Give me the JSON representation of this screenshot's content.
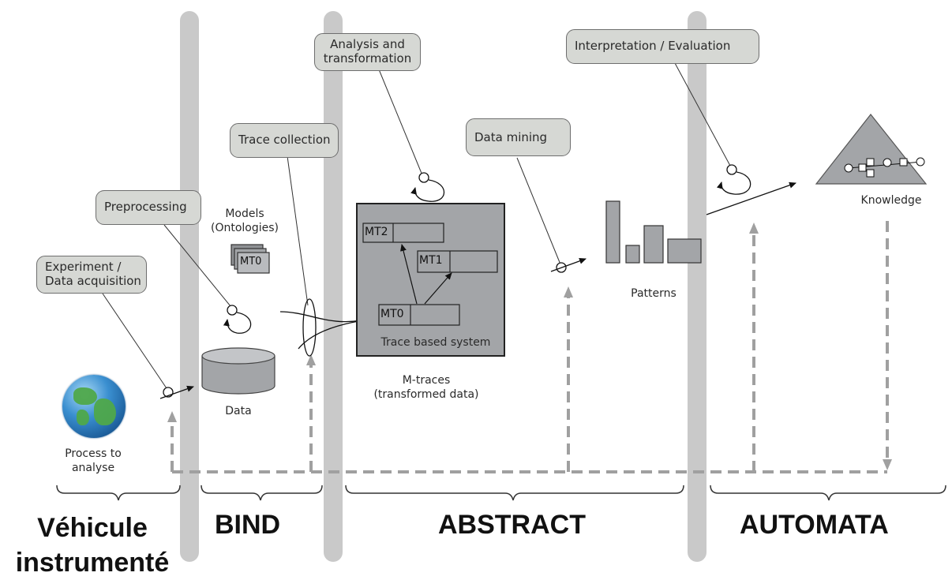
{
  "callouts": {
    "experiment": [
      "Experiment /",
      "Data acquisition"
    ],
    "preprocessing": "Preprocessing",
    "trace_collection": "Trace collection",
    "analysis": [
      "Analysis and",
      "transformation"
    ],
    "data_mining": "Data mining",
    "interpretation": "Interpretation / Evaluation"
  },
  "labels": {
    "models": [
      "Models",
      "(Ontologies)"
    ],
    "mt0_stack": "MT0",
    "data": "Data",
    "process": [
      "Process to",
      "analyse"
    ],
    "mt2": "MT2",
    "mt1": "MT1",
    "mt0": "MT0",
    "trace_system": "Trace based system",
    "mtraces": [
      "M-traces",
      "(transformed data)"
    ],
    "patterns": "Patterns",
    "knowledge": "Knowledge"
  },
  "phases": {
    "vehicule": [
      "Véhicule",
      "instrumenté"
    ],
    "bind": "BIND",
    "abstract": "ABSTRACT",
    "automata": "AUTOMATA"
  },
  "colors": {
    "band": "#c9c9c9",
    "callout_fill": "#d6d8d4",
    "block_fill": "#a3a5a8",
    "dashed": "#a0a0a0"
  }
}
